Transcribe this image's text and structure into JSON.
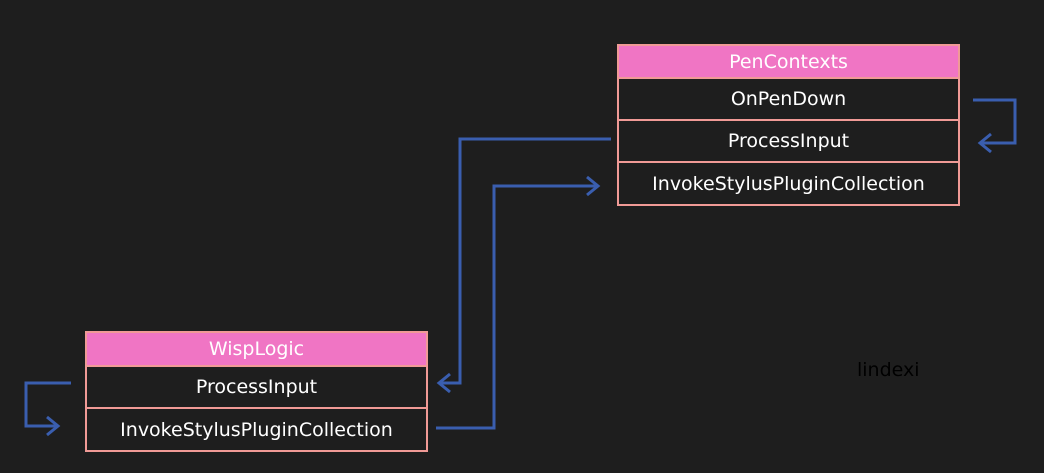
{
  "pen_contexts": {
    "title": "PenContexts",
    "rows": [
      "OnPenDown",
      "ProcessInput",
      "InvokeStylusPluginCollection"
    ]
  },
  "wisp_logic": {
    "title": "WispLogic",
    "rows": [
      "ProcessInput",
      "InvokeStylusPluginCollection"
    ]
  },
  "watermark": "lindexi",
  "colors": {
    "background": "#1e1e1e",
    "header": "#f075c4",
    "border": "#f09a96",
    "arrow": "#3a5eaf",
    "text": "#ffffff"
  }
}
